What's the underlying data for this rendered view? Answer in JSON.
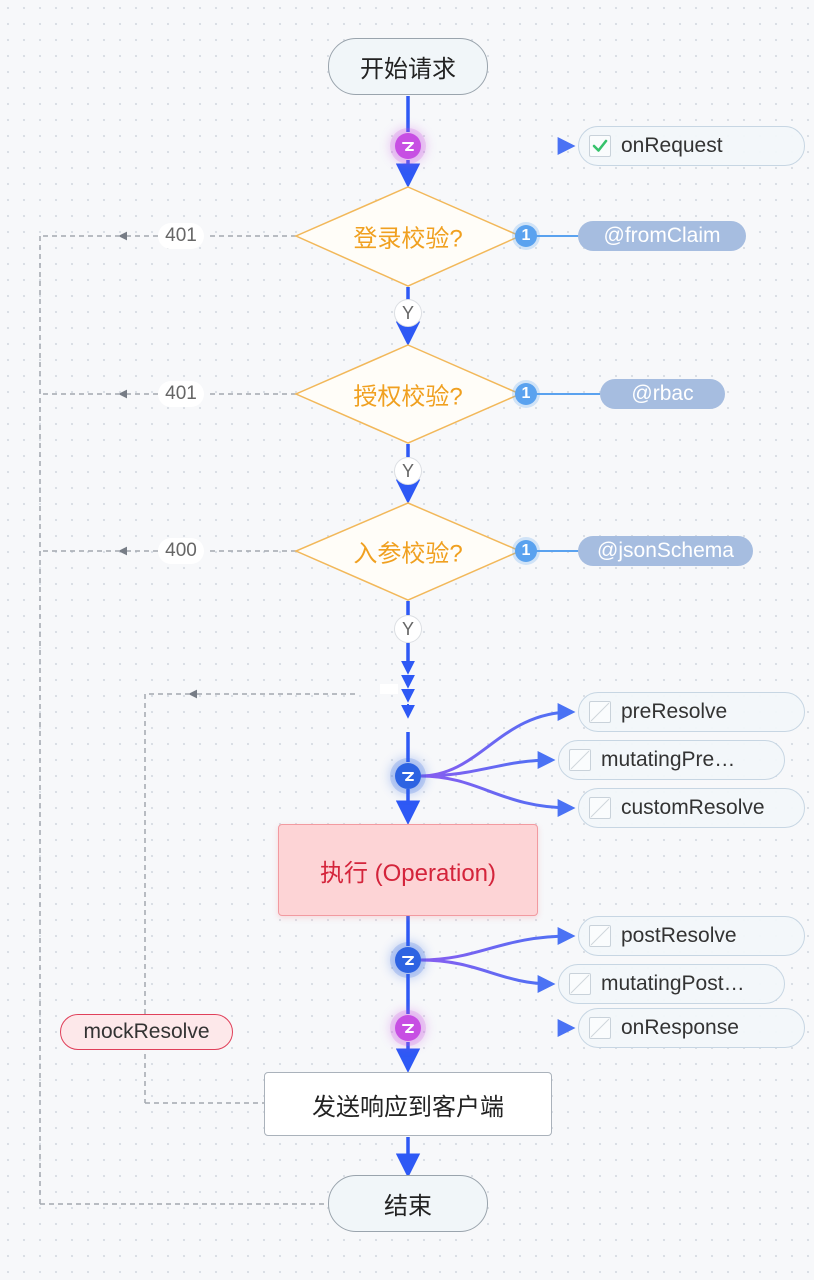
{
  "flow": {
    "start": "开始请求",
    "check_login": "登录校验?",
    "check_auth": "授权校验?",
    "check_params": "入参校验?",
    "operation": "执行 (Operation)",
    "send_response": "发送响应到客户端",
    "end": "结束",
    "yes_label": "Y",
    "code_401_a": "401",
    "code_401_b": "401",
    "code_400": "400",
    "mock_resolve": "mockResolve"
  },
  "hooks": {
    "on_request": "onRequest",
    "pre_resolve": "preResolve",
    "mutating_pre": "mutatingPre…",
    "custom_resolve": "customResolve",
    "post_resolve": "postResolve",
    "mutating_post": "mutatingPost…",
    "on_response": "onResponse"
  },
  "directives": {
    "from_claim": "@fromClaim",
    "rbac": "@rbac",
    "json_schema": "@jsonSchema",
    "count": "1"
  },
  "colors": {
    "main_line": "#2e59f5",
    "purple_event": "#c74fe3",
    "blue_event": "#2d63e2",
    "diamond_stroke": "#f2b85a",
    "dashed_line": "#a3a8b0",
    "directive_pill": "#a6bde0",
    "badge": "#5aa2ef"
  },
  "icons": {
    "check": "check-icon",
    "blank": "blank-checkbox-icon",
    "hook_event": "hook-lightning-icon"
  }
}
